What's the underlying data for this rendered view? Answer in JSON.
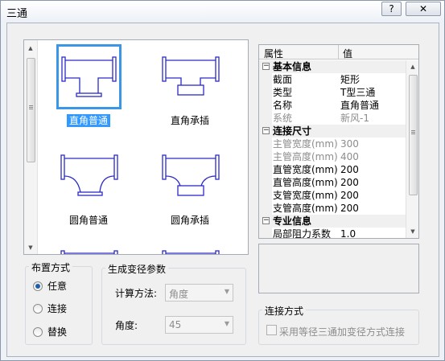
{
  "window": {
    "title": "三通",
    "help_label": "?",
    "close_label": "✕"
  },
  "thumbnails": [
    {
      "label": "直角普通",
      "selected": true,
      "icon": "tee-right-angle-plain"
    },
    {
      "label": "直角承插",
      "selected": false,
      "icon": "tee-right-angle-socket"
    },
    {
      "label": "圆角普通",
      "selected": false,
      "icon": "tee-round-corner-plain"
    },
    {
      "label": "圆角承插",
      "selected": false,
      "icon": "tee-round-corner-socket"
    }
  ],
  "property_grid": {
    "header": {
      "name": "属性",
      "value": "值"
    },
    "rows": [
      {
        "type": "category",
        "label": "基本信息",
        "toggle": "⊟"
      },
      {
        "label": "截面",
        "value": "矩形"
      },
      {
        "label": "类型",
        "value": "T型三通"
      },
      {
        "label": "名称",
        "value": "直角普通"
      },
      {
        "label": "系统",
        "value": "新风-1",
        "disabled": true
      },
      {
        "type": "category",
        "label": "连接尺寸",
        "toggle": "⊟"
      },
      {
        "label": "主管宽度(mm)",
        "value": "300",
        "disabled": true
      },
      {
        "label": "主管高度(mm)",
        "value": "400",
        "disabled": true
      },
      {
        "label": "直管宽度(mm)",
        "value": "200"
      },
      {
        "label": "直管高度(mm)",
        "value": "200"
      },
      {
        "label": "支管宽度(mm)",
        "value": "200"
      },
      {
        "label": "支管高度(mm)",
        "value": "200"
      },
      {
        "type": "category",
        "label": "专业信息",
        "toggle": "⊟"
      },
      {
        "label": "局部阻力系数",
        "value": "1.0"
      }
    ]
  },
  "layout_group": {
    "title": "布置方式",
    "options": [
      {
        "label": "任意",
        "checked": true
      },
      {
        "label": "连接",
        "checked": false
      },
      {
        "label": "替换",
        "checked": false
      }
    ]
  },
  "params_group": {
    "title": "生成变径参数",
    "method_label": "计算方法:",
    "method_value": "角度",
    "angle_label": "角度:",
    "angle_value": "45"
  },
  "connect_group": {
    "title": "连接方式",
    "checkbox_label": "采用等径三通加变径方式连接",
    "checked": false
  },
  "colors": {
    "accent": "#3399ff",
    "outline_blue": "#2a2ac8",
    "disabled_text": "#8c8c8c"
  }
}
